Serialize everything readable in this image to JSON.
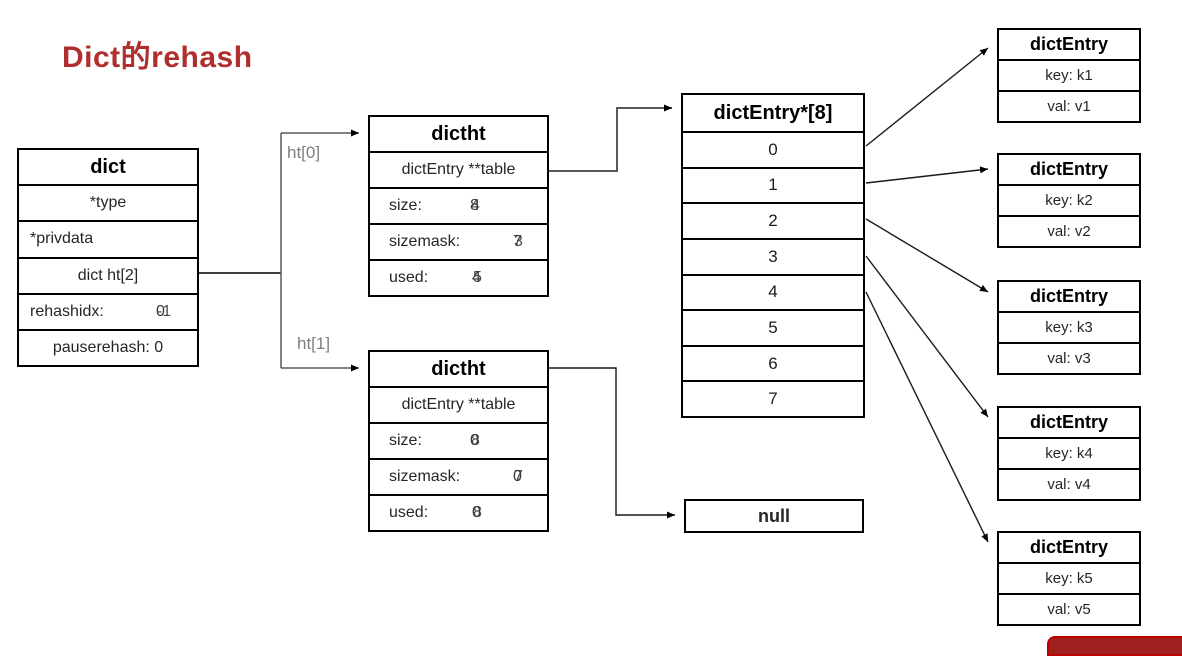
{
  "title": "Dict的rehash",
  "labels": {
    "ht0": "ht[0]",
    "ht1": "ht[1]"
  },
  "dict": {
    "header": "dict",
    "type_row": "*type",
    "privdata_row": "*privdata",
    "ht_row": "dict ht[2]",
    "rehashidx": {
      "label": "rehashidx:",
      "value_back": "-1",
      "value_front": "0"
    },
    "pauserehash": "pauserehash: 0"
  },
  "ht0": {
    "header": "dictht",
    "table_row": "dictEntry **table",
    "size": {
      "label": "size:",
      "value_back": "4",
      "value_front": "8"
    },
    "sizemask": {
      "label": "sizemask:",
      "value_back": "3",
      "value_front": "7"
    },
    "used": {
      "label": "used:",
      "value_back": "5",
      "value_front": "4"
    }
  },
  "ht1": {
    "header": "dictht",
    "table_row": "dictEntry **table",
    "size": {
      "label": "size:",
      "value_back": "8",
      "value_front": "0"
    },
    "sizemask": {
      "label": "sizemask:",
      "value_back": "7",
      "value_front": "0"
    },
    "used": {
      "label": "used:",
      "value_back": "8",
      "value_front": "0"
    }
  },
  "bucket_array": {
    "header": "dictEntry*[8]",
    "slots": [
      "0",
      "1",
      "2",
      "3",
      "4",
      "5",
      "6",
      "7"
    ]
  },
  "null_box": "null",
  "entries": [
    {
      "header": "dictEntry",
      "key": "key: k1",
      "val": "val: v1"
    },
    {
      "header": "dictEntry",
      "key": "key: k2",
      "val": "val: v2"
    },
    {
      "header": "dictEntry",
      "key": "key: k3",
      "val": "val: v3"
    },
    {
      "header": "dictEntry",
      "key": "key: k4",
      "val": "val: v4"
    },
    {
      "header": "dictEntry",
      "key": "key: k5",
      "val": "val: v5"
    }
  ],
  "colors": {
    "title": "#B02E2E",
    "ht_label_gray": "#808080",
    "connector_gray": "#595959",
    "arrow_black": "#1a1a1a",
    "red_bar_fill": "#A02020",
    "red_bar_border": "#C00000"
  }
}
